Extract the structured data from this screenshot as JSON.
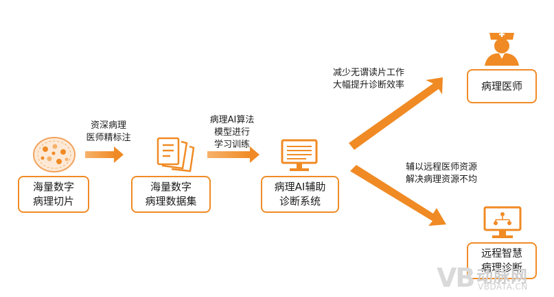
{
  "colors": {
    "accent": "#f08a24",
    "accent_light": "#f6b26b"
  },
  "nodes": {
    "slide": {
      "line1": "海量数字",
      "line2": "病理切片"
    },
    "dataset": {
      "line1": "海量数字",
      "line2": "病理数据集"
    },
    "ai_system": {
      "line1": "病理AI辅助",
      "line2": "诊断系统"
    },
    "pathologist": {
      "line1": "病理医师"
    },
    "remote": {
      "line1": "远程智慧",
      "line2": "病理诊断"
    }
  },
  "edge_labels": {
    "annotate": {
      "line1": "资深病理",
      "line2": "医师精标注"
    },
    "train": {
      "line1": "病理AI算法",
      "line2": "模型进行",
      "line3": "学习训练"
    },
    "reduce": {
      "line1": "减少无谓读片工作",
      "line2": "大幅提升诊断效率"
    },
    "assist": {
      "line1": "辅以远程医师资源",
      "line2": "解决病理资源不均"
    }
  },
  "icons": [
    "tissue-slide-icon",
    "document-stack-icon",
    "monitor-icon",
    "doctor-icon",
    "remote-monitor-icon"
  ],
  "watermark": {
    "logo": "VB",
    "name": "动脉网",
    "url": "VBDATA.CN"
  }
}
